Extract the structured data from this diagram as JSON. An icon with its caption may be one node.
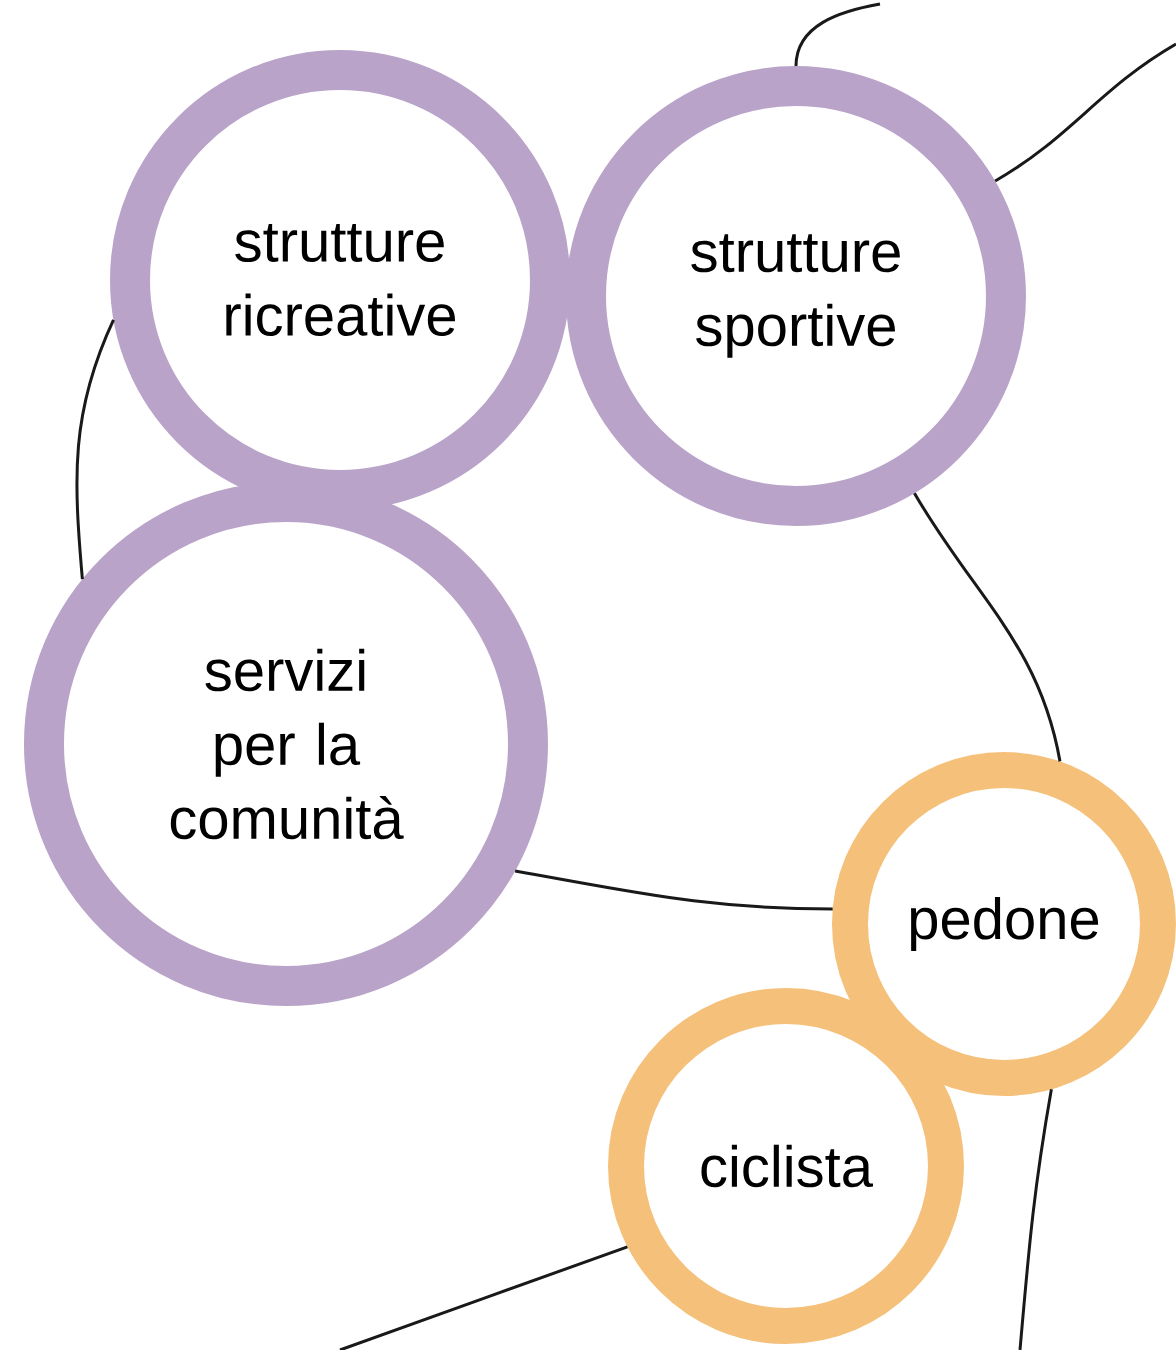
{
  "diagram": {
    "nodes": [
      {
        "text": [
          "strutture ricreative"
        ]
      },
      {
        "text": [
          "strutture sportive"
        ]
      },
      {
        "text": [
          "servizi per la comunità"
        ]
      },
      {
        "text": [
          "pedone"
        ]
      },
      {
        "text": [
          "ciclista"
        ]
      }
    ],
    "edges": [
      {
        "from": 0,
        "to": 2,
        "arrow": "none"
      },
      {
        "from": 1,
        "to": null,
        "arrow": "none"
      },
      {
        "from": null,
        "to": 1,
        "arrow": "none"
      },
      {
        "from": 1,
        "to": 3,
        "arrow": "none"
      },
      {
        "from": 2,
        "to": 3,
        "arrow": "none"
      },
      {
        "from": 3,
        "to": null,
        "arrow": "none"
      },
      {
        "from": 4,
        "to": null,
        "arrow": "none"
      }
    ]
  }
}
